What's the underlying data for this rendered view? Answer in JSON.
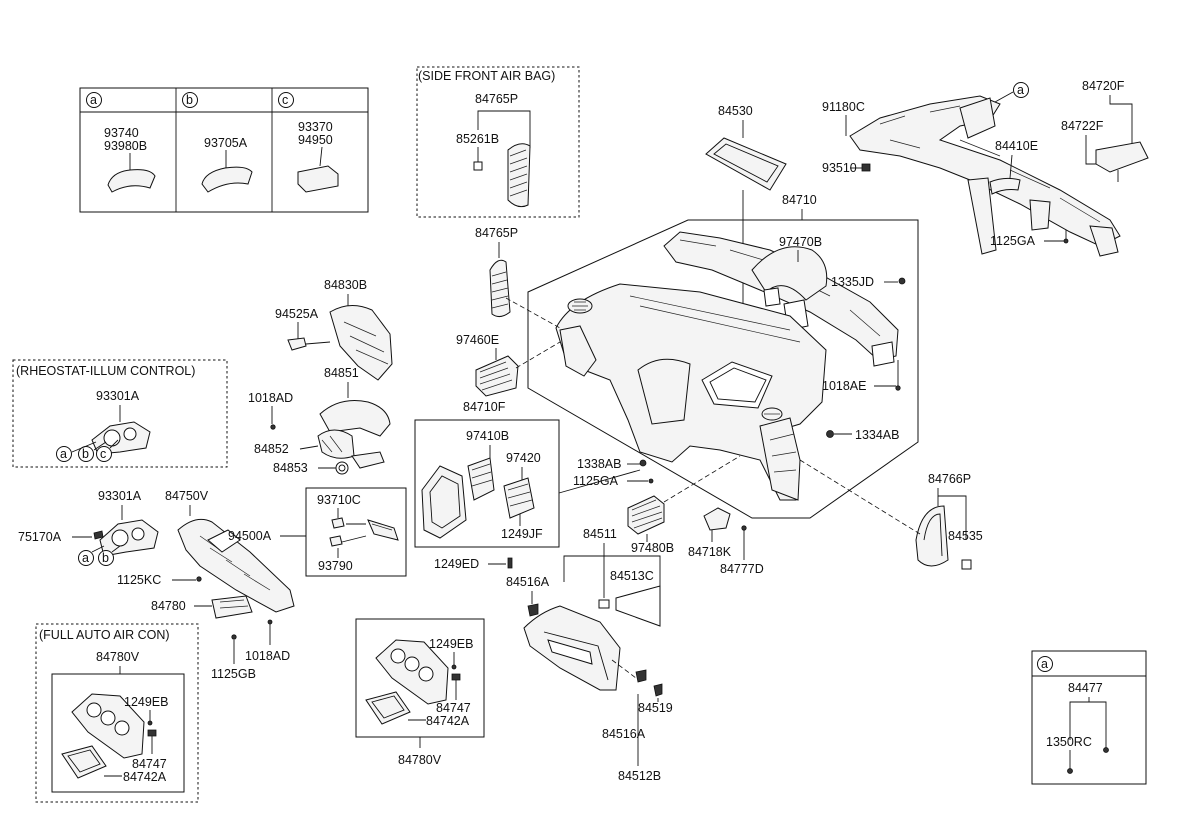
{
  "diagram": {
    "boxes": {
      "table_a": "a",
      "table_b": "b",
      "table_c": "c",
      "side_front_air_bag": "(SIDE FRONT AIR BAG)",
      "rheostat": "(RHEOSTAT-ILLUM CONTROL)",
      "full_auto": "(FULL AUTO AIR CON)",
      "inset_a": "a"
    },
    "markers": {
      "a": "a",
      "b": "b",
      "c": "c"
    },
    "labels": {
      "p93740": "93740",
      "p93980B": "93980B",
      "p93705A": "93705A",
      "p93370": "93370",
      "p94950": "94950",
      "p84765P_top": "84765P",
      "p85261B": "85261B",
      "p84530": "84530",
      "p91180C": "91180C",
      "p93510": "93510",
      "p84410E": "84410E",
      "p84720F": "84720F",
      "p84722F": "84722F",
      "p1125GA_top": "1125GA",
      "p84710": "84710",
      "p97470B": "97470B",
      "p1335JD": "1335JD",
      "p1018AE": "1018AE",
      "p84765P": "84765P",
      "p84830B": "84830B",
      "p94525A": "94525A",
      "p97460E": "97460E",
      "p84851": "84851",
      "p93301A_r": "93301A",
      "p1018AD_top": "1018AD",
      "p84852": "84852",
      "p84853": "84853",
      "p84710F": "84710F",
      "p97410B": "97410B",
      "p97420": "97420",
      "p1249JF": "1249JF",
      "p1338AB": "1338AB",
      "p1125GA_mid": "1125GA",
      "p1334AB": "1334AB",
      "p84766P": "84766P",
      "p84535": "84535",
      "p93301A": "93301A",
      "p84750V": "84750V",
      "p75170A": "75170A",
      "p94500A": "94500A",
      "p93710C": "93710C",
      "p93790": "93790",
      "p1125KC": "1125KC",
      "p84780": "84780",
      "p1018AD": "1018AD",
      "p1125GB": "1125GB",
      "p1249ED": "1249ED",
      "p84511": "84511",
      "p84513C": "84513C",
      "p84516A_top": "84516A",
      "p97480B": "97480B",
      "p84718K": "84718K",
      "p84777D": "84777D",
      "p84519": "84519",
      "p84516A": "84516A",
      "p84512B": "84512B",
      "p84780V_fa": "84780V",
      "p1249EB_fa": "1249EB",
      "p84747_fa": "84747",
      "p84742A_fa": "84742A",
      "p1249EB": "1249EB",
      "p84747": "84747",
      "p84742A": "84742A",
      "p84780V": "84780V",
      "p84477": "84477",
      "p1350RC": "1350RC"
    }
  }
}
